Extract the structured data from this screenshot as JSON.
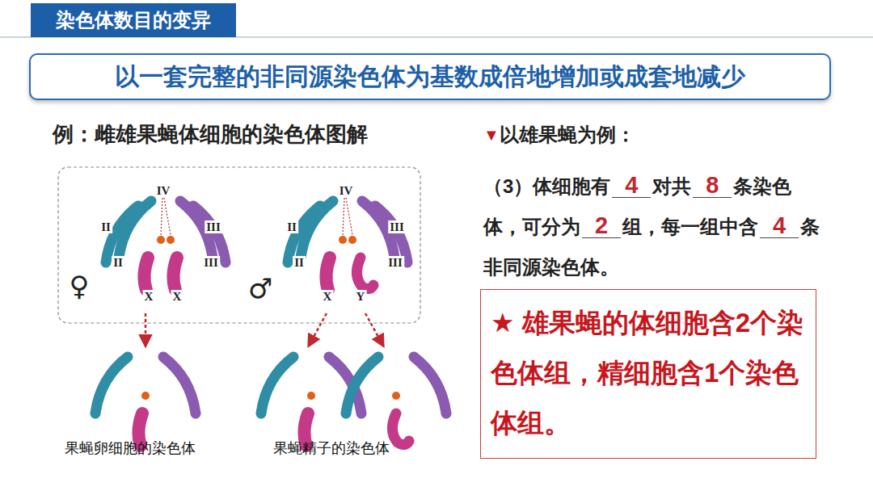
{
  "diagram": {
    "nodes": [
      {
        "text": [
          "染色体数目的变异"
        ]
      },
      {
        "text": [
          "以一套完整的非同源染色体为基数成倍地增加或成套地减少"
        ]
      },
      {
        "text": [
          "★ 雄果蝇的体细胞含2个染色体组，精细胞含1个染色体组。"
        ]
      }
    ],
    "labels": [
      "例：雌雄果蝇体细胞的染色体图解",
      "IV",
      "II",
      "III",
      "II",
      "III",
      "♀",
      "X",
      "X",
      "IV",
      "II",
      "III",
      "II",
      "III",
      "♂",
      "X",
      "Y",
      "果蝇卵细胞的染色体",
      "果蝇精子的染色体",
      "▼",
      "以雄果蝇为例：",
      "（3）体细胞有",
      "4",
      "对共",
      "8",
      "条染色体，可分为",
      "2",
      "组，每一组中含",
      "4",
      "条非同源染色体。"
    ]
  }
}
